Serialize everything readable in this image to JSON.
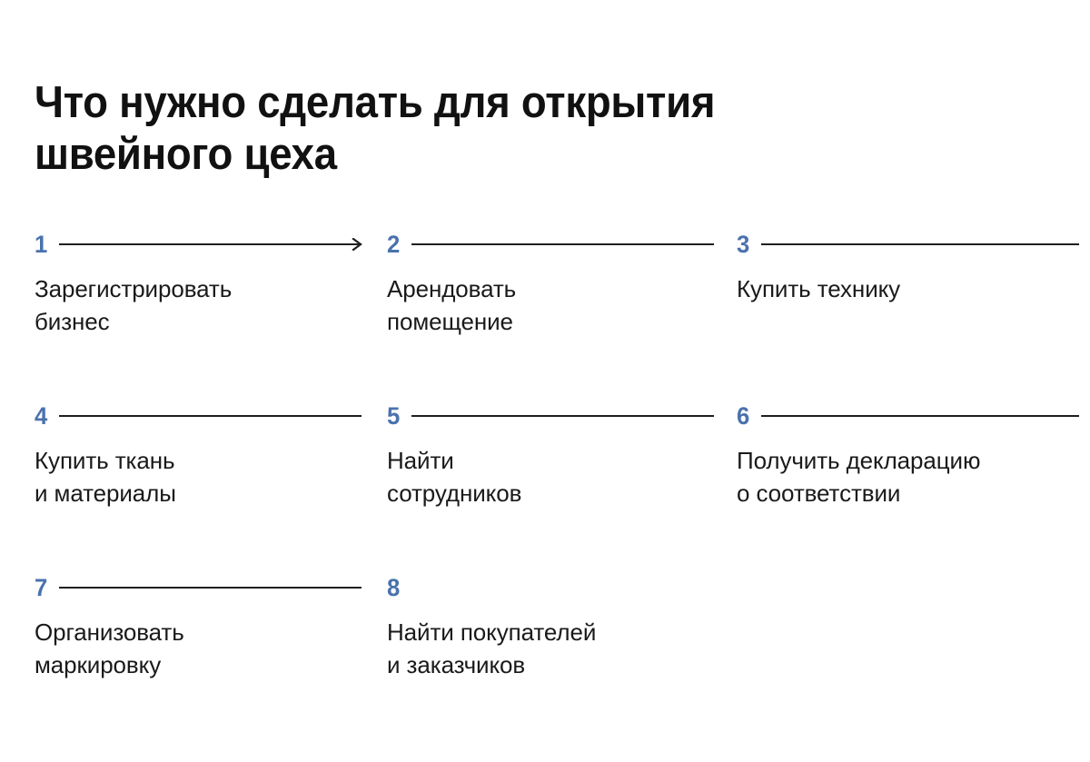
{
  "title": "Что нужно сделать для открытия\nшвейного цеха",
  "colors": {
    "number_blue": "#4a72ad",
    "text_black": "#1a1a1a",
    "rule_black": "#1f1f1f",
    "background": "#ffffff"
  },
  "steps": [
    {
      "number": "1",
      "label": "Зарегистрировать\nбизнес",
      "rule": true,
      "arrow": true
    },
    {
      "number": "2",
      "label": "Арендовать\nпомещение",
      "rule": true,
      "arrow": false
    },
    {
      "number": "3",
      "label": "Купить технику",
      "rule": true,
      "arrow": false
    },
    {
      "number": "4",
      "label": "Купить ткань\nи материалы",
      "rule": true,
      "arrow": false
    },
    {
      "number": "5",
      "label": "Найти\nсотрудников",
      "rule": true,
      "arrow": false
    },
    {
      "number": "6",
      "label": "Получить декларацию\nо соответствии",
      "rule": true,
      "arrow": false
    },
    {
      "number": "7",
      "label": "Организовать\nмаркировку",
      "rule": true,
      "arrow": false
    },
    {
      "number": "8",
      "label": "Найти покупателей\nи заказчиков",
      "rule": false,
      "arrow": false
    }
  ]
}
